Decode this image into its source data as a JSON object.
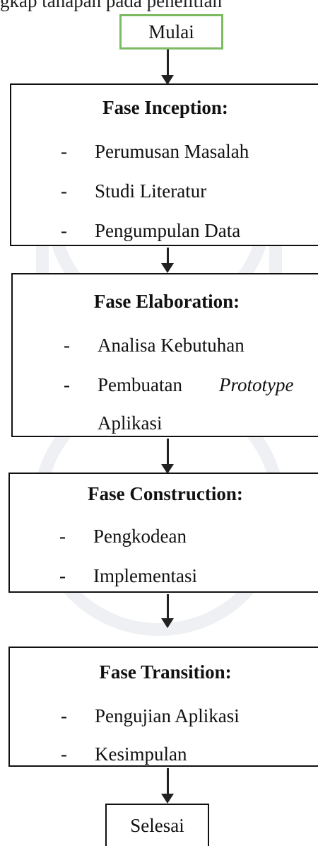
{
  "top_text": "gkap tahapan pada penelitian",
  "start": "Mulai",
  "end": "Selesai",
  "phases": [
    {
      "title": "Fase Inception:",
      "items": [
        "Perumusan Masalah",
        "Studi Literatur",
        "Pengumpulan Data"
      ]
    },
    {
      "title": "Fase Elaboration:",
      "items": [
        "Analisa Kebutuhan",
        "Pembuatan",
        "Prototype",
        "Aplikasi"
      ]
    },
    {
      "title": "Fase Construction:",
      "items": [
        "Pengkodean",
        "Implementasi"
      ]
    },
    {
      "title": "Fase Transition:",
      "items": [
        "Pengujian Aplikasi",
        "Kesimpulan"
      ]
    }
  ],
  "colors": {
    "start_border": "#7dbb63",
    "line": "#222222",
    "watermark": "#eef0f3"
  }
}
